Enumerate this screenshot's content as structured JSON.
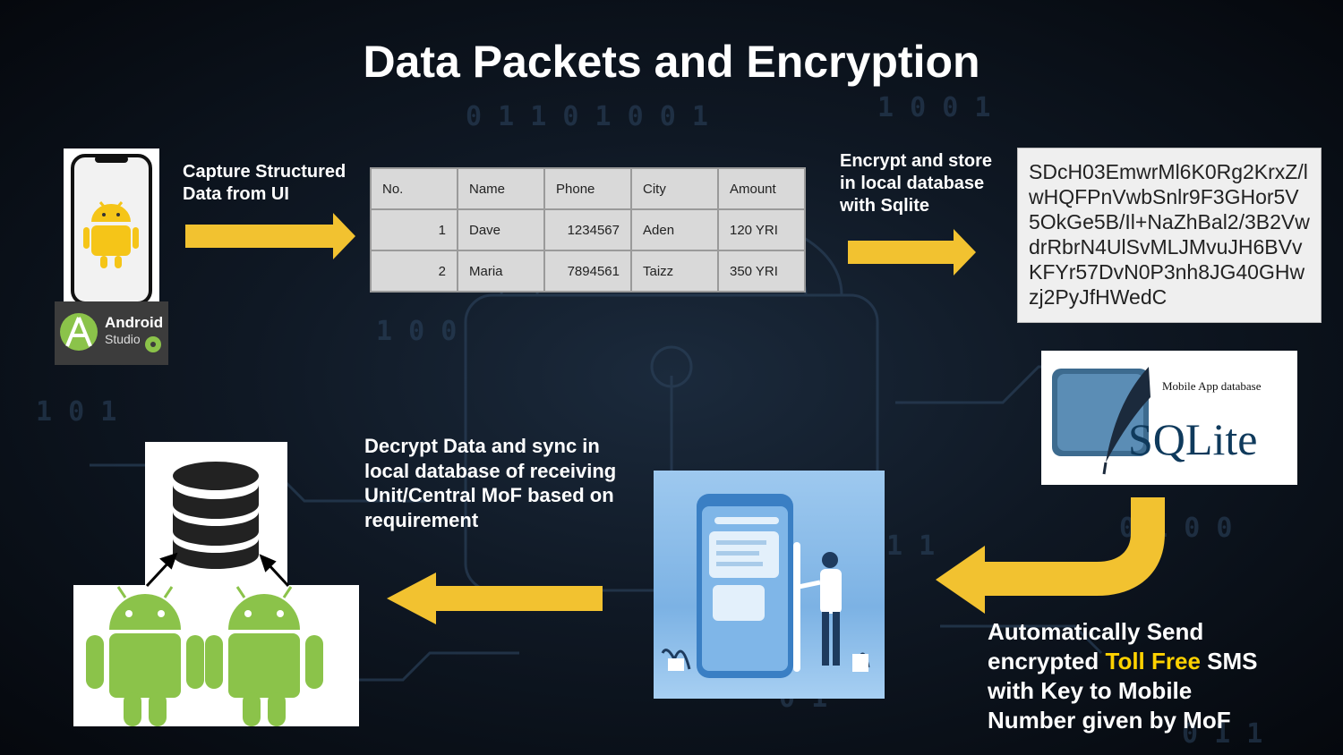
{
  "title": "Data Packets and Encryption",
  "steps": {
    "capture": "Capture Structured Data from UI",
    "encrypt": "Encrypt and store in local database with Sqlite",
    "send_part1": "Automatically Send encrypted ",
    "send_highlight": "Toll Free",
    "send_part2": " SMS with Key to Mobile Number given by MoF",
    "decrypt": "Decrypt Data and sync in local database of receiving Unit/Central MoF based on requirement"
  },
  "table": {
    "headers": [
      "No.",
      "Name",
      "Phone",
      "City",
      "Amount"
    ],
    "rows": [
      [
        "1",
        "Dave",
        "1234567",
        "Aden",
        "120 YRI"
      ],
      [
        "2",
        "Maria",
        "7894561",
        "Taizz",
        "350 YRI"
      ]
    ]
  },
  "cipher_text": "SDcH03EmwrMl6K0Rg2KrxZ/lwHQFPnVwbSnlr9F3GHor5V5OkGe5B/Il+NaZhBal2/3B2VwdrRbrN4UlSvMLJMvuJH6BVvKFYr57DvN0P3nh8JG40GHwzj2PyJfHWedC",
  "android_studio_logo": {
    "word1": "Android",
    "word2": "Studio"
  },
  "sqlite_logo": {
    "tagline": "Mobile App database",
    "name": "SQLite"
  },
  "colors": {
    "arrow": "#f2c230",
    "highlight": "#ffd200",
    "android_green": "#8bc34a",
    "android_yellow": "#f5c518"
  },
  "icons": [
    "android-phone-icon",
    "android-studio-logo",
    "sqlite-logo",
    "database-icon",
    "android-robot-icon",
    "person-phone-illustration"
  ]
}
